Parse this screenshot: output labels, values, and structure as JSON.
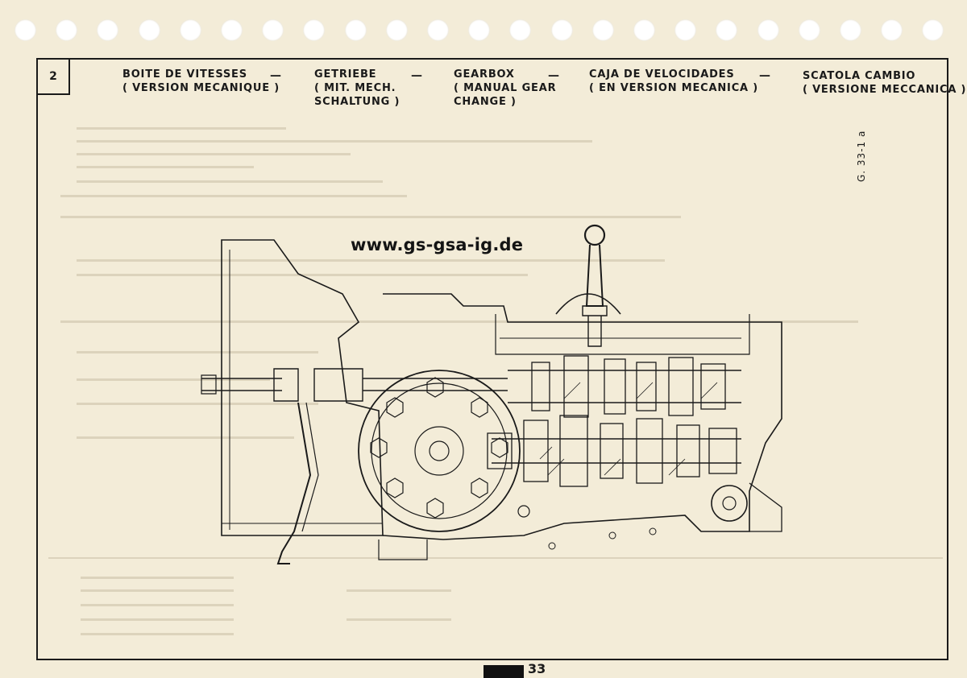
{
  "chapter": "2",
  "headings": [
    {
      "line1": "BOITE DE VITESSES",
      "line2": "( VERSION MECANIQUE )",
      "line3": ""
    },
    {
      "line1": "GETRIEBE",
      "line2": "( MIT. MECH.",
      "line3": "SCHALTUNG )"
    },
    {
      "line1": "GEARBOX",
      "line2": "( MANUAL GEAR",
      "line3": "CHANGE )"
    },
    {
      "line1": "CAJA DE VELOCIDADES",
      "line2": "( EN VERSION MECANICA )",
      "line3": ""
    },
    {
      "line1": "SCATOLA CAMBIO",
      "line2": "( VERSIONE MECCANICA )",
      "line3": ""
    }
  ],
  "dash": "—",
  "watermark": "www.gs-gsa-ig.de",
  "figure_ref": "G. 33-1 a",
  "page_number": "33"
}
